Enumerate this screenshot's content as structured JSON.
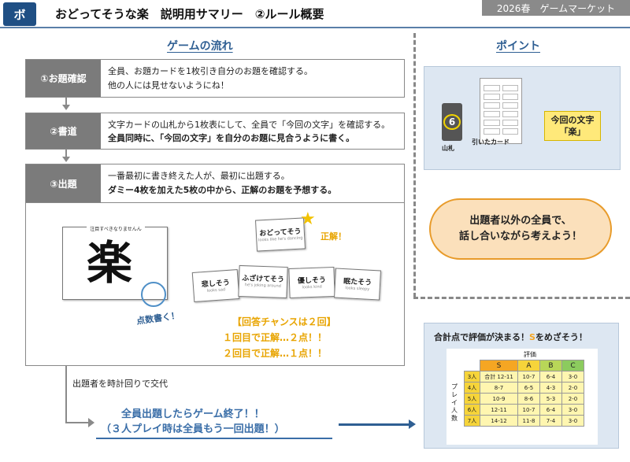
{
  "header": {
    "logo_text": "ボ",
    "title": "おどってそうな楽　説明用サマリー　②ルール概要",
    "event": "2026春　ゲームマーケット"
  },
  "flow": {
    "heading": "ゲームの流れ",
    "steps": [
      {
        "label": "①お題確認",
        "line1": "全員、お題カードを1枚引き自分のお題を確認する。",
        "line2": "他の人には見せないようにね！"
      },
      {
        "label": "②書道",
        "line1": "文字カードの山札から1枚表にして、全員で「今回の文字」を確認する。",
        "line2": "全員同時に、「今回の文字」を自分のお題に見合うように書く。"
      },
      {
        "label": "③出題",
        "line1": "一番最初に書き終えた人が、最初に出題する。",
        "line2": "ダミー4枚を加えた5枚の中から、正解のお題を予想する。"
      }
    ],
    "example": {
      "paper_header": "注目すべきなりませんん",
      "kanji": "楽",
      "brush_note": "点数書く！",
      "correct_card": {
        "jp": "おどってそう",
        "en": "looks like he's dancing"
      },
      "correct_mark": "正解！",
      "dummy_cards": [
        {
          "jp": "悲しそう",
          "en": "looks sad"
        },
        {
          "jp": "ふざけてそう",
          "en": "he's joking around"
        },
        {
          "jp": "優しそう",
          "en": "looks kind"
        },
        {
          "jp": "眠たそう",
          "en": "looks sleepy"
        }
      ],
      "chance_title": "【回答チャンスは２回】",
      "chance_line1": "１回目で正解…２点！！",
      "chance_line2": "２回目で正解…１点！！"
    },
    "rotate_note": "出題者を時計回りで交代",
    "final_line1": "全員出題したらゲーム終了！！",
    "final_line2": "（３人プレイ時は全員もう一回出題！）"
  },
  "point": {
    "heading": "ポイント",
    "deck_label": "山札",
    "deck_number": "6",
    "drawn_label": "引いたカード",
    "word_box_line1": "今回の文字",
    "word_box_line2": "「楽」",
    "callout_line1": "出題者以外の全員で、",
    "callout_line2": "話し合いながら考えよう！"
  },
  "score": {
    "title_pre": "合計点で評価が決まる！",
    "title_rank": "S",
    "title_post": "をめざそう！",
    "eval_label": "評価",
    "side_label": "プレイ人数",
    "columns": [
      "S",
      "A",
      "B",
      "C"
    ],
    "rows": [
      {
        "players": "3人",
        "values": [
          "合計 12-11",
          "10-7",
          "6-4",
          "3-0"
        ]
      },
      {
        "players": "4人",
        "values": [
          "8-7",
          "6-5",
          "4-3",
          "2-0"
        ]
      },
      {
        "players": "5人",
        "values": [
          "10-9",
          "8-6",
          "5-3",
          "2-0"
        ]
      },
      {
        "players": "6人",
        "values": [
          "12-11",
          "10-7",
          "6-4",
          "3-0"
        ]
      },
      {
        "players": "7人",
        "values": [
          "14-12",
          "11-8",
          "7-4",
          "3-0"
        ]
      }
    ],
    "colors": {
      "S": "#f5a623",
      "A": "#f6d43a",
      "B": "#b8d658",
      "C": "#8ccb5e",
      "row": "#fff6b0"
    }
  }
}
